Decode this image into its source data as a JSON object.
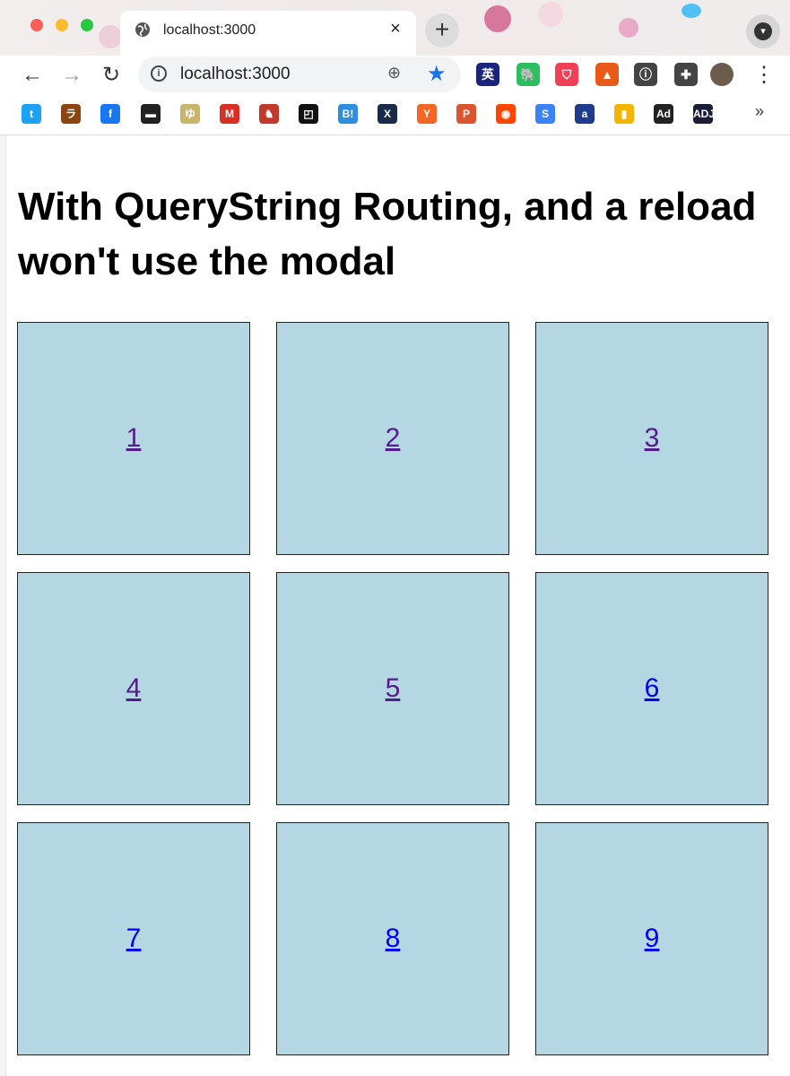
{
  "browser": {
    "tab_title": "localhost:3000",
    "tab_close": "×",
    "new_tab": "+",
    "url": "localhost:3000",
    "nav": {
      "back": "←",
      "forward": "→",
      "reload": "↻"
    },
    "menu": "⋮",
    "extensions": [
      {
        "name": "eijiro-extension-icon",
        "glyph": "英",
        "color": "#1a237e"
      },
      {
        "name": "evernote-extension-icon",
        "glyph": "🐘",
        "color": "#2dbe60"
      },
      {
        "name": "pocket-extension-icon",
        "glyph": "⛉",
        "color": "#ef4056"
      },
      {
        "name": "lighthouse-extension-icon",
        "glyph": "▲",
        "color": "#e8591a"
      },
      {
        "name": "onepassword-extension-icon",
        "glyph": "ⓘ",
        "color": "#444444"
      },
      {
        "name": "extensions-puzzle-icon",
        "glyph": "✚",
        "color": "#444444"
      }
    ],
    "bookmarks": [
      {
        "name": "twitter-bookmark-icon",
        "glyph": "t",
        "color": "#1da1f2"
      },
      {
        "name": "zenn-bookmark-icon",
        "glyph": "ラ",
        "color": "#8b4513"
      },
      {
        "name": "facebook-bookmark-icon",
        "glyph": "f",
        "color": "#1877f2"
      },
      {
        "name": "tv-bookmark-icon",
        "glyph": "▬",
        "color": "#222222"
      },
      {
        "name": "yu-bookmark-icon",
        "glyph": "ゆ",
        "color": "#c8b46a"
      },
      {
        "name": "gmail-bookmark-icon",
        "glyph": "M",
        "color": "#d93025"
      },
      {
        "name": "horse-bookmark-icon",
        "glyph": "♞",
        "color": "#c0392b"
      },
      {
        "name": "square-bookmark-icon",
        "glyph": "◰",
        "color": "#111111"
      },
      {
        "name": "hatena-bookmark-icon",
        "glyph": "B!",
        "color": "#2d8ee0"
      },
      {
        "name": "x-bookmark-icon",
        "glyph": "X",
        "color": "#1a2a4a"
      },
      {
        "name": "ycombinator-bookmark-icon",
        "glyph": "Y",
        "color": "#f26522"
      },
      {
        "name": "producthunt-bookmark-icon",
        "glyph": "P",
        "color": "#da552f"
      },
      {
        "name": "reddit-bookmark-icon",
        "glyph": "◉",
        "color": "#ff4500"
      },
      {
        "name": "s-bookmark-icon",
        "glyph": "S",
        "color": "#3b82f6"
      },
      {
        "name": "amazon-bookmark-icon",
        "glyph": "a",
        "color": "#1f3b8c"
      },
      {
        "name": "analytics-bookmark-icon",
        "glyph": "▮",
        "color": "#f4b400"
      },
      {
        "name": "adage-bookmark-icon",
        "glyph": "Ad",
        "color": "#222222"
      },
      {
        "name": "adj-bookmark-icon",
        "glyph": "ADJ",
        "color": "#1c1c3a"
      }
    ],
    "bookmarks_more": "»"
  },
  "page": {
    "heading": "With QueryString Routing, and a reload won't use the modal",
    "items": [
      "1",
      "2",
      "3",
      "4",
      "5",
      "6",
      "7",
      "8",
      "9"
    ],
    "visited": [
      true,
      true,
      true,
      true,
      true,
      false,
      false,
      false,
      false
    ],
    "colors": {
      "cell_bg": "#b5d7e4",
      "link_visited": "#551a8b",
      "link_unvisited": "#0000ee"
    }
  }
}
